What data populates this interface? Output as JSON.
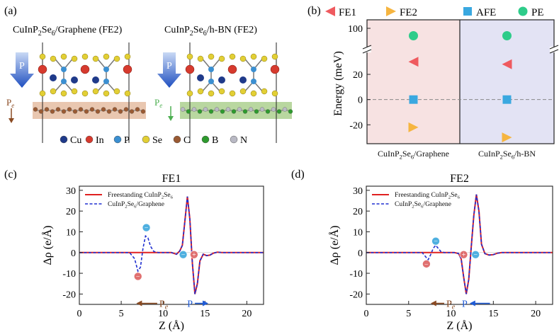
{
  "panel_a": {
    "label": "(a)",
    "left_title": [
      "CuInP",
      "2",
      "Se",
      "6",
      "/Graphene (FE2)"
    ],
    "right_title": [
      "CuInP",
      "2",
      "Se",
      "6",
      "/h-BN (FE2)"
    ],
    "p_label": "P",
    "pe_label": [
      "P",
      "e"
    ],
    "legend": [
      {
        "name": "Cu",
        "color": "#1f3a8a"
      },
      {
        "name": "In",
        "color": "#d63a2e"
      },
      {
        "name": "P",
        "color": "#3b8fd1"
      },
      {
        "name": "Se",
        "color": "#e2cf35"
      },
      {
        "name": "C",
        "color": "#9a5a33"
      },
      {
        "name": "B",
        "color": "#2e9a2e"
      },
      {
        "name": "N",
        "color": "#b9b9c4"
      }
    ],
    "colors": {
      "graphene_band": "#e9c7b0",
      "hbn_band": "#b9d7a0",
      "arrow_blue": "#1f5bd6",
      "pe_left": "#8a4a22",
      "pe_right": "#4caf50"
    }
  },
  "chart_data": [
    {
      "type": "scatter",
      "panel": "(b)",
      "ylabel": "Energy (meV)",
      "categories": [
        "CuInP2Se6/Graphene",
        "CuInP2Se6/h-BN"
      ],
      "category_labels": [
        [
          "CuInP",
          "2",
          "Se",
          "6",
          "/Graphene"
        ],
        [
          "CuInP",
          "2",
          "Se",
          "6",
          "/h-BN"
        ]
      ],
      "ylim_lower": [
        -35,
        38
      ],
      "ylim_upper": [
        82,
        108
      ],
      "yticks_lower": [
        -20,
        0,
        20
      ],
      "yticks_upper": [
        100
      ],
      "series": [
        {
          "name": "FE1",
          "marker": "triangle-left",
          "color": "#ef5a5f",
          "values": [
            30,
            28
          ]
        },
        {
          "name": "FE2",
          "marker": "triangle-right",
          "color": "#f6b540",
          "values": [
            -22,
            -30
          ]
        },
        {
          "name": "AFE",
          "marker": "square",
          "color": "#3aa8e0",
          "values": [
            0,
            0
          ]
        },
        {
          "name": "PE",
          "marker": "circle",
          "color": "#2ecc8a",
          "values": [
            93,
            93
          ]
        }
      ],
      "background_colors": [
        "#f7e2e2",
        "#e3e3f4"
      ],
      "legend_position": "top"
    },
    {
      "type": "line",
      "panel": "(c)",
      "title": "FE1",
      "xlabel": "Z (Å)",
      "ylabel": "Δρ (e/Å)",
      "xlim": [
        0,
        22
      ],
      "ylim": [
        -25,
        32
      ],
      "xticks": [
        0,
        5,
        10,
        15,
        20
      ],
      "yticks": [
        -20,
        -10,
        0,
        10,
        20,
        30
      ],
      "series": [
        {
          "name": [
            "Freestanding CuInP",
            "2",
            "Se",
            "6"
          ],
          "color": "#e02020",
          "style": "solid",
          "x": [
            0,
            11.0,
            11.6,
            12.0,
            12.3,
            12.6,
            12.9,
            13.2,
            13.5,
            13.8,
            14.1,
            14.4,
            14.8,
            15.2,
            15.6,
            16.0,
            16.5,
            17.0,
            22
          ],
          "y": [
            0,
            0,
            -0.8,
            0.8,
            3.5,
            15,
            27,
            16,
            -5,
            -20,
            -15,
            -4,
            -0.8,
            -1.5,
            -1.2,
            -0.3,
            0.2,
            0,
            0
          ]
        },
        {
          "name": [
            "CuInP",
            "2",
            "Se",
            "6",
            "/Graphene"
          ],
          "color": "#1f2fd0",
          "style": "dashed",
          "x": [
            0,
            6.0,
            6.6,
            7.0,
            7.3,
            7.6,
            7.9,
            8.2,
            8.5,
            8.9,
            9.4,
            10.0,
            11.0,
            11.6,
            12.0,
            12.3,
            12.6,
            12.9,
            13.2,
            13.5,
            13.8,
            14.1,
            14.4,
            14.8,
            15.2,
            15.6,
            16.0,
            16.5,
            17.0,
            22
          ],
          "y": [
            0,
            0,
            -3,
            -9,
            -7,
            2,
            8,
            7,
            3,
            0.5,
            0,
            0,
            0,
            -0.8,
            0.8,
            3.5,
            15,
            27,
            16,
            -5,
            -20,
            -15,
            -4,
            -0.8,
            -1.5,
            -1.2,
            -0.3,
            0.2,
            0,
            0
          ]
        }
      ],
      "ions": [
        {
          "x": 7.0,
          "y": -11.5,
          "sign": "−",
          "color": "#e07070"
        },
        {
          "x": 8.0,
          "y": 12,
          "sign": "−",
          "color": "#4fb0e0"
        },
        {
          "x": 12.4,
          "y": -1,
          "sign": "−",
          "color": "#4fb0e0"
        },
        {
          "x": 13.7,
          "y": -1,
          "sign": "+",
          "color": "#e07070"
        }
      ],
      "pe_arrow": {
        "from": 9.3,
        "to": 6.8,
        "y": -24.5,
        "label": [
          "P",
          "e"
        ],
        "color": "#8a4a22"
      },
      "p_arrow": {
        "from": 13.8,
        "to": 15.4,
        "y": -24.5,
        "label": "P",
        "color": "#1f5bd6"
      }
    },
    {
      "type": "line",
      "panel": "(d)",
      "title": "FE2",
      "xlabel": "Z (Å)",
      "ylabel": "Δρ (e/Å)",
      "xlim": [
        0,
        22
      ],
      "ylim": [
        -25,
        32
      ],
      "xticks": [
        0,
        5,
        10,
        15,
        20
      ],
      "yticks": [
        -20,
        -10,
        0,
        10,
        20,
        30
      ],
      "series": [
        {
          "name": [
            "Freestanding CuInP",
            "2",
            "Se",
            "6"
          ],
          "color": "#e02020",
          "style": "solid",
          "x": [
            0,
            10.4,
            10.9,
            11.2,
            11.5,
            11.8,
            12.1,
            12.4,
            12.7,
            13.0,
            13.3,
            13.6,
            14.0,
            14.5,
            15.0,
            15.5,
            16.0,
            22
          ],
          "y": [
            0,
            0,
            -0.5,
            -3,
            -12,
            -20,
            -13,
            3,
            18,
            28,
            20,
            4,
            -0.5,
            -1.2,
            -1,
            -0.3,
            0,
            0
          ]
        },
        {
          "name": [
            "CuInP",
            "2",
            "Se",
            "6",
            "/Graphene"
          ],
          "color": "#1f2fd0",
          "style": "dashed",
          "x": [
            0,
            6.6,
            7.0,
            7.3,
            7.6,
            7.9,
            8.2,
            8.5,
            8.8,
            9.2,
            10.4,
            10.9,
            11.2,
            11.5,
            11.8,
            12.1,
            12.4,
            12.7,
            13.0,
            13.3,
            13.6,
            14.0,
            14.5,
            15.0,
            15.5,
            16.0,
            22
          ],
          "y": [
            0,
            0,
            -2,
            -3.5,
            -1,
            2,
            3.5,
            2,
            0.5,
            0,
            0,
            -0.5,
            -3,
            -12,
            -20,
            -13,
            3,
            18,
            28,
            20,
            4,
            -0.5,
            -1.2,
            -1,
            -0.3,
            0,
            0
          ]
        }
      ],
      "ions": [
        {
          "x": 7.1,
          "y": -5.5,
          "sign": "−",
          "color": "#e07070"
        },
        {
          "x": 8.2,
          "y": 5.5,
          "sign": "−",
          "color": "#4fb0e0"
        },
        {
          "x": 11.5,
          "y": -1,
          "sign": "+",
          "color": "#e07070"
        },
        {
          "x": 12.9,
          "y": -1,
          "sign": "−",
          "color": "#4fb0e0"
        }
      ],
      "pe_arrow": {
        "from": 9.2,
        "to": 7.6,
        "y": -24.5,
        "label": [
          "P",
          "e"
        ],
        "color": "#8a4a22"
      },
      "p_arrow": {
        "from": 14.6,
        "to": 12.2,
        "y": -24.5,
        "label": "P",
        "color": "#1f5bd6"
      }
    }
  ]
}
